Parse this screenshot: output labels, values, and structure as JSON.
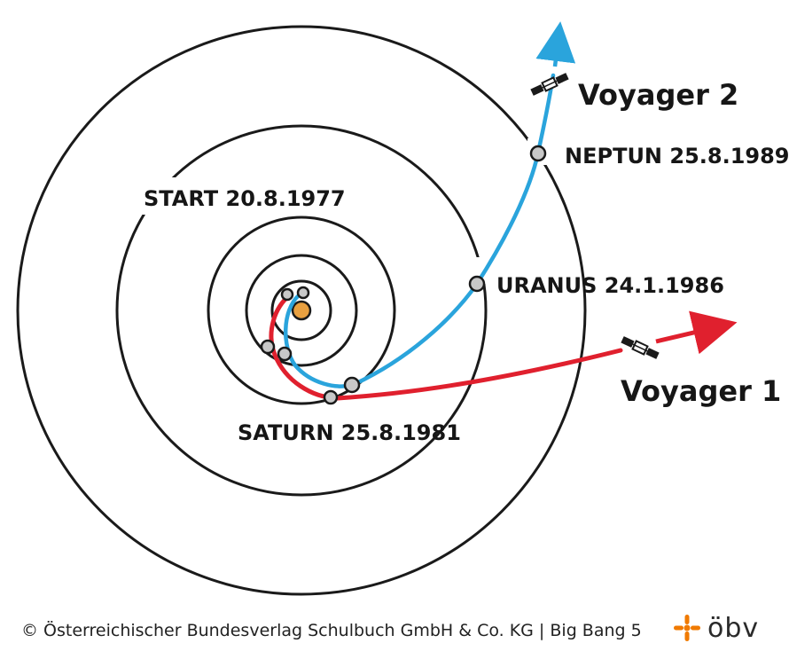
{
  "labels": {
    "start": "START 20.8.1977",
    "saturn": "SATURN 25.8.1981",
    "uranus": "URANUS 24.1.1986",
    "neptun": "NEPTUN 25.8.1989",
    "voyager1": "Voyager 1",
    "voyager2": "Voyager 2"
  },
  "footer": {
    "copyright": "© Österreichischer Bundesverlag Schulbuch GmbH & Co. KG | Big Bang 5",
    "logo": "öbv"
  },
  "icons": {
    "sun": "sun-icon",
    "spacecraft": "satellite-icon",
    "logo_mark": "star-icon"
  },
  "colors": {
    "voyager1_path": "#e0202e",
    "voyager2_path": "#2aa4dc",
    "orbit": "#1a1a1a",
    "sun": "#e8a040",
    "logo_accent": "#f07a00"
  }
}
